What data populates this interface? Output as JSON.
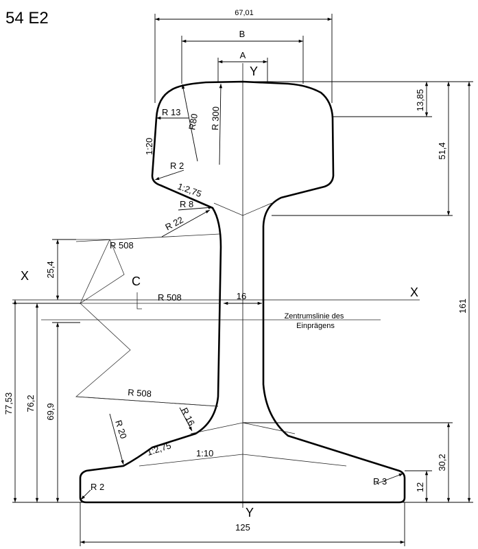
{
  "title": "54 E2",
  "dimensions": {
    "head_width": "67,01",
    "b": "B",
    "a": "A",
    "head_height": "13,85",
    "head_to_web": "51,4",
    "total_height": "161",
    "left_upper": "25,4",
    "h_7753": "77,53",
    "h_762": "76,2",
    "h_699": "69,9",
    "web": "16",
    "foot_h1": "30,2",
    "foot_h2": "12",
    "foot_width": "125"
  },
  "radii": {
    "r13": "R 13",
    "r80": "R80",
    "r300": "R 300",
    "r2_top": "R 2",
    "r8": "R 8",
    "r22": "R 22",
    "r508_a": "R 508",
    "r508_b": "R 508",
    "r508_c": "R 508",
    "r16": "R 16",
    "r20": "R 20",
    "r2_bottom": "R 2",
    "r3": "R 3"
  },
  "slopes": {
    "s120": "1:20",
    "s275_top": "1:2,75",
    "s275_bottom": "1:2,75",
    "s110": "1:10"
  },
  "axes": {
    "y_top": "Y",
    "y_bottom": "Y",
    "x_left": "X",
    "x_right": "X",
    "c": "C"
  },
  "notes": {
    "center_line_1": "Zentrumslinie des",
    "center_line_2": "Einprägens"
  }
}
